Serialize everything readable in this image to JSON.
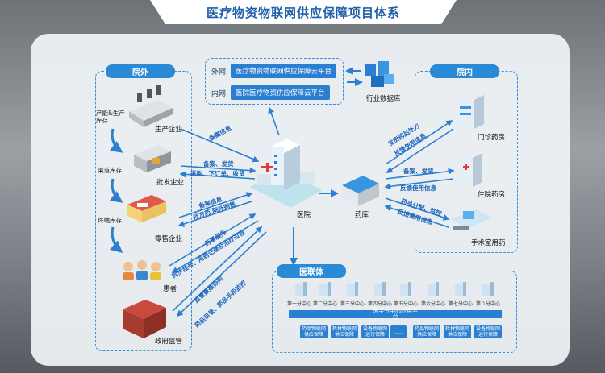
{
  "title": "医疗物资物联网供应保障项目体系",
  "outside": {
    "label": "院外",
    "nodes": {
      "producer": "生产企业",
      "wholesale": "批发企业",
      "retail": "零售企业",
      "patient": "患者",
      "government": "政府监管"
    },
    "stock": {
      "capacity": "产能&生产库存",
      "channel": "渠道库存",
      "terminal": "终端库存"
    }
  },
  "network": {
    "external_tag": "外网",
    "external_box": "医疗物资物联网供应保障云平台",
    "internal_tag": "内网",
    "internal_box": "医院医疗物资供应保障云平台",
    "database": "行业数据库"
  },
  "inside": {
    "label": "院内",
    "nodes": {
      "outpatient": "门诊药房",
      "inpatient": "住院药房",
      "surgery": "手术室用药"
    }
  },
  "center": {
    "hospital": "医院",
    "pharmacy": "药库"
  },
  "flows": {
    "f1": "备案信息",
    "f2a": "备案、发货",
    "f2b": "采购、下订单、收货",
    "f3a": "备案信息",
    "f3b": "处方药 院外销售",
    "f4a": "药事服务",
    "f4b": "同步挂号、用药记录及治疗过程",
    "f5a": "监管数据协同",
    "f5b": "药品目录、药品手段监控",
    "r1a": "发货药品处方",
    "r1b": "反馈使用信息",
    "r2a": "备案、发货",
    "r2b": "反馈使用信息",
    "r3a": "药品分配、监控",
    "r3b": "反馈使用信息"
  },
  "consortium": {
    "label": "医联体",
    "centers": [
      "第一分中心",
      "第二分中心",
      "第三分中心",
      "第四分中心",
      "第五分中心",
      "第六分中心",
      "第七分中心",
      "第八分中心"
    ],
    "platform": "医学分中心应用平台",
    "services": [
      "药品物联网供应保障",
      "耗材物联网供应保障",
      "设备物联网运行保障",
      "……",
      "药品物联网供应保障",
      "耗材物联网供应保障",
      "设备物联网运行保障"
    ]
  }
}
